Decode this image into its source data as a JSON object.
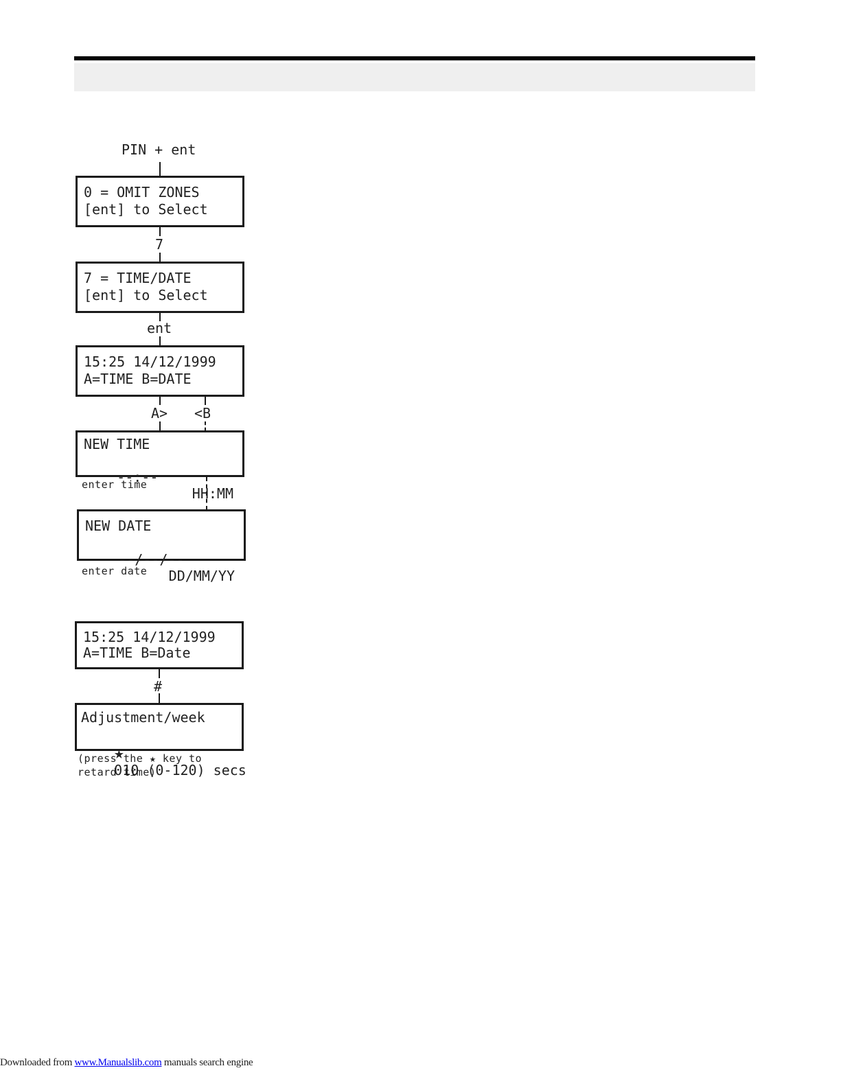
{
  "start_label": "PIN + ent",
  "screens": [
    {
      "line1": "0 = OMIT ZONES",
      "line2": "[ent] to Select"
    },
    {
      "line1": "7 = TIME/DATE",
      "line2": "[ent] to Select"
    },
    {
      "line1": "15:25 14/12/1999",
      "line2": "A=TIME B=DATE"
    },
    {
      "line1": "NEW TIME",
      "line2_left": "--:--",
      "line2_right": "HH:MM"
    },
    {
      "line1": "NEW DATE",
      "line2_left": "--/--/--",
      "line2_right": "DD/MM/YY"
    },
    {
      "line1": "15:25 14/12/1999",
      "line2": "A=TIME B=Date"
    },
    {
      "line1": "Adjustment/week",
      "line2": "010 (0-120) secs"
    }
  ],
  "keys": {
    "k7": "7",
    "ent": "ent",
    "a": "A>",
    "b": "<B",
    "hash": "#"
  },
  "captions": {
    "enter_time": "enter time",
    "enter_date": "enter date",
    "press_line1": "(press the",
    "press_line1b": "key to",
    "press_line2": "retard time)"
  },
  "footer": {
    "prefix": "Downloaded from",
    "link": "www.Manualslib.com",
    "suffix": " manuals search engine"
  }
}
